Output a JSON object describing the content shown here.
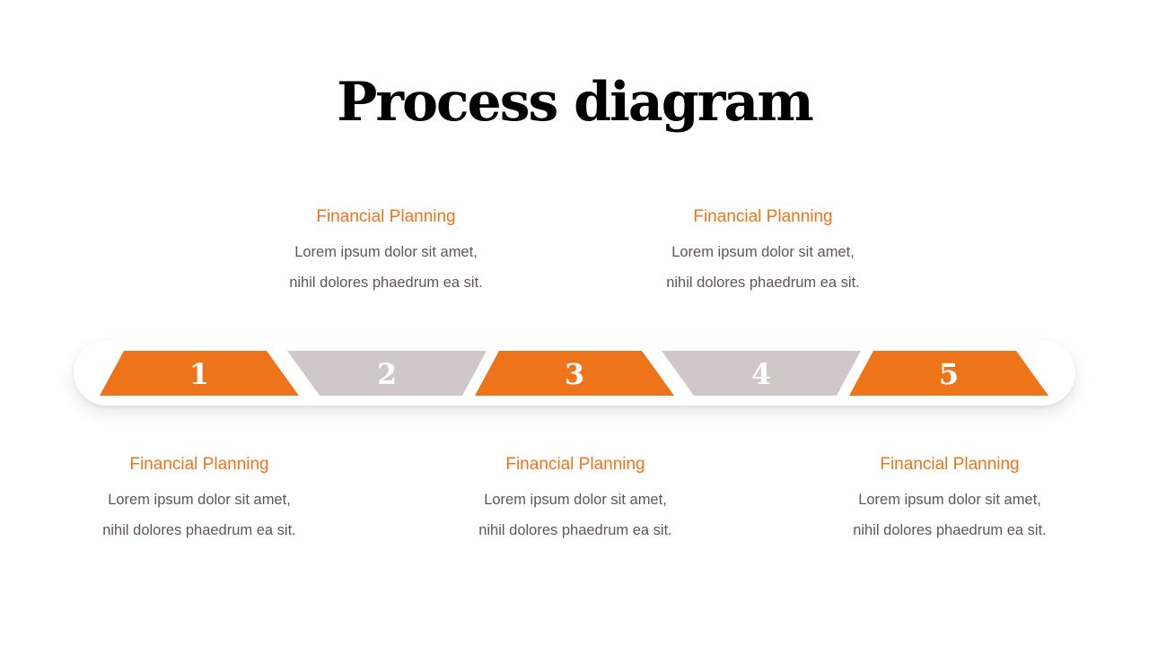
{
  "title": "Process diagram",
  "colors": {
    "accent": "#ee741a",
    "muted": "#d0c8c6",
    "body_text": "#5f5654",
    "title": "#000000"
  },
  "steps": [
    {
      "number": "1",
      "color": "orange",
      "heading": "Financial Planning",
      "line1": "Lorem ipsum dolor sit amet,",
      "line2": "nihil dolores phaedrum ea sit.",
      "position": "below"
    },
    {
      "number": "2",
      "color": "gray",
      "heading": "Financial Planning",
      "line1": "Lorem ipsum dolor sit amet,",
      "line2": "nihil dolores phaedrum ea sit.",
      "position": "above"
    },
    {
      "number": "3",
      "color": "orange",
      "heading": "Financial Planning",
      "line1": "Lorem ipsum dolor sit amet,",
      "line2": "nihil dolores phaedrum ea sit.",
      "position": "below"
    },
    {
      "number": "4",
      "color": "gray",
      "heading": "Financial Planning",
      "line1": "Lorem ipsum dolor sit amet,",
      "line2": "nihil dolores phaedrum ea sit.",
      "position": "above"
    },
    {
      "number": "5",
      "color": "orange",
      "heading": "Financial Planning",
      "line1": "Lorem ipsum dolor sit amet,",
      "line2": "nihil dolores phaedrum ea sit.",
      "position": "below"
    }
  ]
}
